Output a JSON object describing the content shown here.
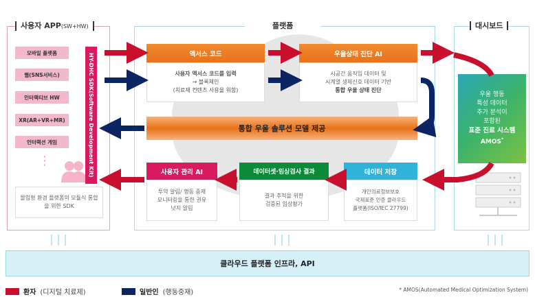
{
  "user_app": {
    "title": "사용자 APP",
    "title_suffix": "(SW+HW)",
    "items": [
      "모바일 플랫폼",
      "웹(SNS서비스)",
      "인터랙티브 HW",
      "XR(AR+VR+MR)",
      "인터랙션 게임"
    ],
    "ellipsis": "⋮",
    "sdk_label": "HY-DHC SDK(Software Development Kit)",
    "sdk_desc": "몰입형 환경 플랫폼의 모듈식 통합을 위한 SDK"
  },
  "platform": {
    "title": "플랫폼",
    "access_code": {
      "title": "액서스 코드",
      "lines": [
        "사용자 액서스 코드를 입력",
        "→ 블록체인",
        "(치료제 컨텐츠 사용을 위함)"
      ]
    },
    "diagnosis_ai": {
      "title": "우울상태 진단 AI",
      "lines": [
        "시공간 움직임 데이터 및",
        "시계열 생체신호 데이터 기반",
        "통합 우울 상태 진단"
      ]
    },
    "solution": "통합 우울 솔루션 모델 제공",
    "user_mgmt_ai": {
      "title": "사용자 관리 AI",
      "lines": [
        "투약 알림/ 행동 중재",
        "모니터링을 통한 권유",
        "넛지 알림"
      ]
    },
    "dataset": {
      "title": "데이터셋·임상검사 결과",
      "lines": [
        "결과 추적을 위한",
        "검증된 임상평가"
      ]
    },
    "storage": {
      "title": "데이터 저장",
      "lines": [
        "개인의료정보보호",
        "국제표준 인증 클라우드",
        "플랫폼(ISO/IEC 27799)"
      ]
    }
  },
  "dashboard": {
    "title": "대시보드",
    "lines": [
      "우울 행동",
      "특성 데이터",
      "추가 분석이",
      "포함된"
    ],
    "bold": "표준 진료 시스템",
    "amos": "AMOS",
    "amos_mark": "*"
  },
  "infra": "클라우드 플랫폼 인프라, API",
  "legend": [
    {
      "bold": "환자",
      "text": "(디지털 치료제)",
      "color": "#c8102e"
    },
    {
      "bold": "일반인",
      "text": "(행동중재)",
      "color": "#0c2461"
    }
  ],
  "footnote": "* AMOS(Automated Medical Optimization System)",
  "colors": {
    "red": "#c8102e",
    "navy": "#0c2461",
    "orange": "#ec7a22",
    "magenta": "#d81b60",
    "green": "#0b8a3a",
    "cyan": "#2fb3d9"
  }
}
